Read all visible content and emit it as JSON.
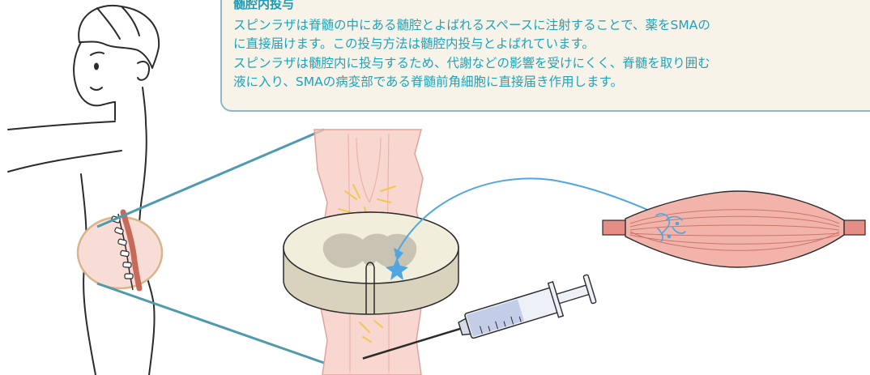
{
  "info_box": {
    "title": "髄腔内投与",
    "paragraph1_line1": "スピンラザは脊髄の中にある髄腔とよばれるスペースに注射することで、薬をSMAの",
    "paragraph1_line2": "に直接届けます。この投与方法は髄腔内投与とよばれています。",
    "paragraph2_line1": "スピンラザは髄腔内に投与するため、代謝などの影響を受けにくく、脊髄を取り囲む",
    "paragraph2_line2": "液に入り、SMAの病変部である脊髄前角細胞に直接届き作用します。"
  },
  "colors": {
    "text_teal": "#1ea3bb",
    "box_background": "#f7f3e8",
    "box_border": "#8fb8c4",
    "zoom_lines": "#4f9aad",
    "spinal_pink": "#f6c9c0",
    "muscle_red": "#e48e86",
    "star_blue": "#4fa6e0"
  }
}
